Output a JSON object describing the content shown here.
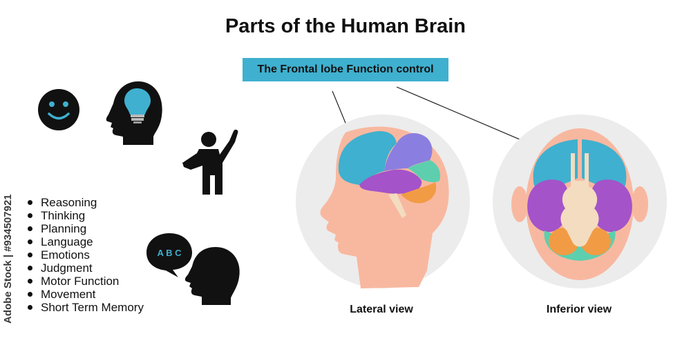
{
  "title": "Parts of the Human Brain",
  "callout": "The Frontal lobe Function control",
  "functions": [
    "Reasoning",
    "Thinking",
    "Planning",
    "Language",
    "Emotions",
    "Judgment",
    "Motor Function",
    "Movement",
    "Short Term Memory"
  ],
  "speech_bubble_text": "A B C",
  "views": {
    "lateral": "Lateral view",
    "inferior": "Inferior view"
  },
  "watermark": "Adobe Stock | #934507921",
  "colors": {
    "frontal_lobe": "#3fb0cf",
    "parietal_lobe": "#8a7ee0",
    "temporal_lobe": "#a453c9",
    "occipital_lobe": "#5dcfae",
    "cerebellum": "#f29b45",
    "brainstem": "#f3dcc0",
    "skin": "#f8b8a0",
    "circle_bg": "#ececec",
    "icon": "#111111"
  },
  "icons": [
    "smiley-face-icon",
    "head-lightbulb-icon",
    "person-waving-icon",
    "head-speech-bubble-icon"
  ]
}
